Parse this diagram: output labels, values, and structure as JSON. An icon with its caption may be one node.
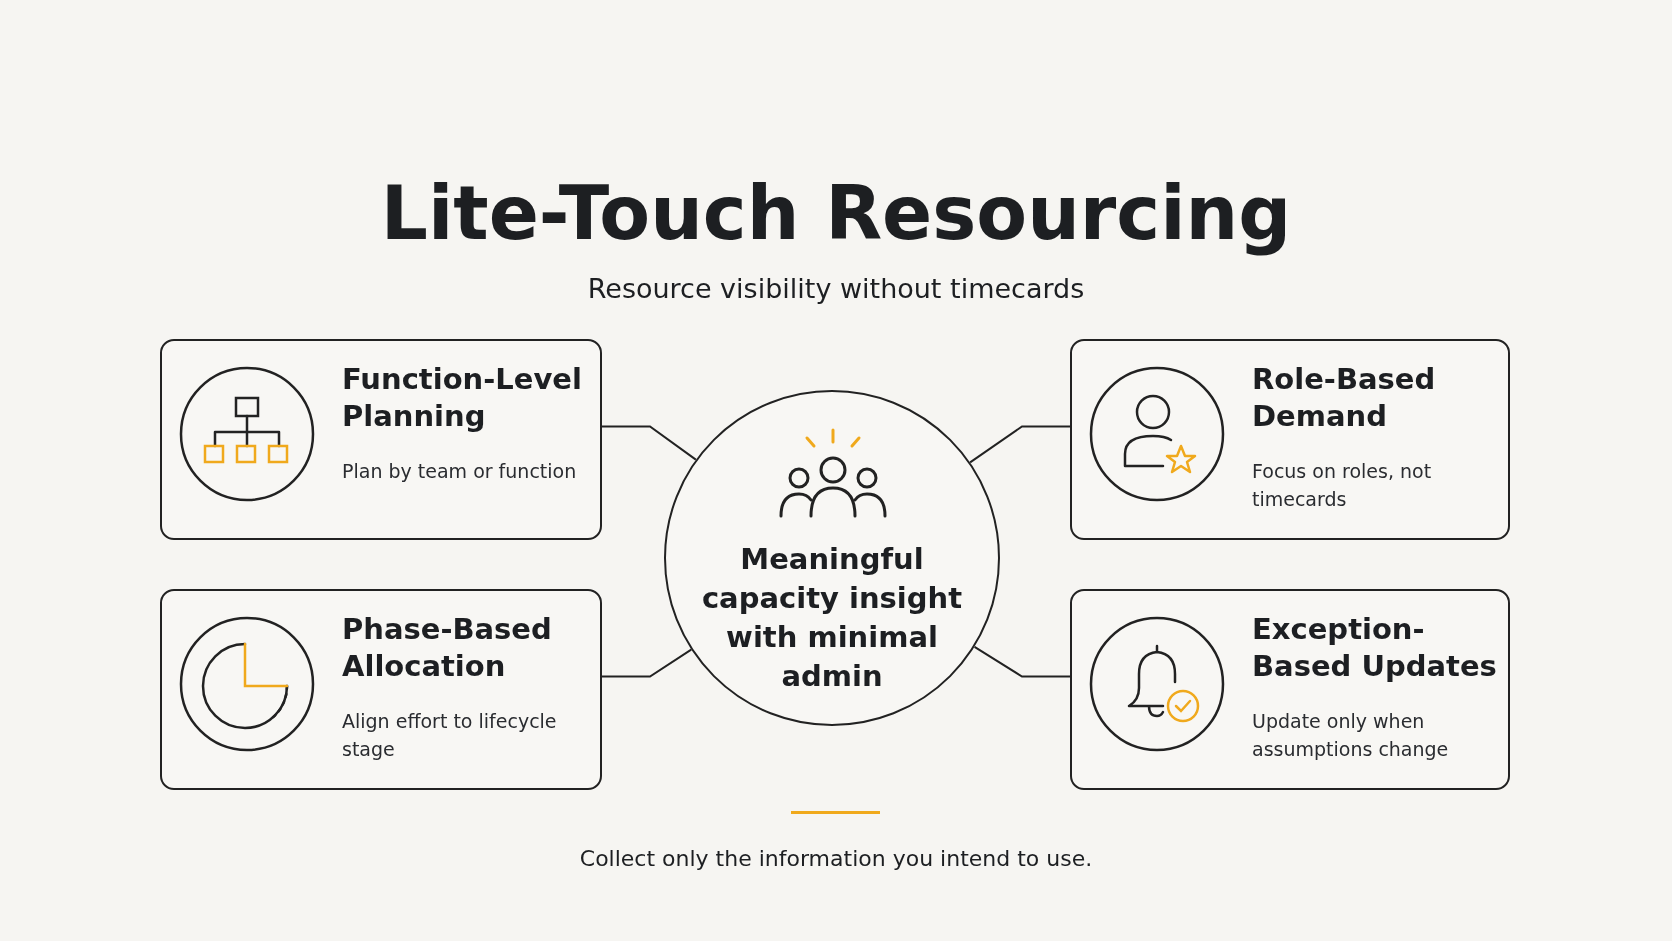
{
  "diagram": {
    "title": "Lite-Touch Resourcing",
    "caption": "Collect only the information you intend to use.",
    "nodes": [
      {
        "text": [
          "Meaningful capacity insight with minimal admin"
        ]
      },
      {
        "text": [
          "Function-Level Planning",
          "Plan by team or function"
        ]
      },
      {
        "text": [
          "Role-Based Demand",
          "Focus on roles, not timecards"
        ]
      },
      {
        "text": [
          "Phase-Based Allocation",
          "Align effort to lifecycle stage"
        ]
      },
      {
        "text": [
          "Exception-Based Updates",
          "Update only when assumptions change"
        ]
      }
    ],
    "edges": [
      {
        "from": 0,
        "to": 1,
        "arrow": "none"
      },
      {
        "from": 0,
        "to": 2,
        "arrow": "none"
      },
      {
        "from": 0,
        "to": 3,
        "arrow": "none"
      },
      {
        "from": 0,
        "to": 4,
        "arrow": "none"
      }
    ],
    "labels": [
      "Resource visibility without timecards"
    ]
  }
}
